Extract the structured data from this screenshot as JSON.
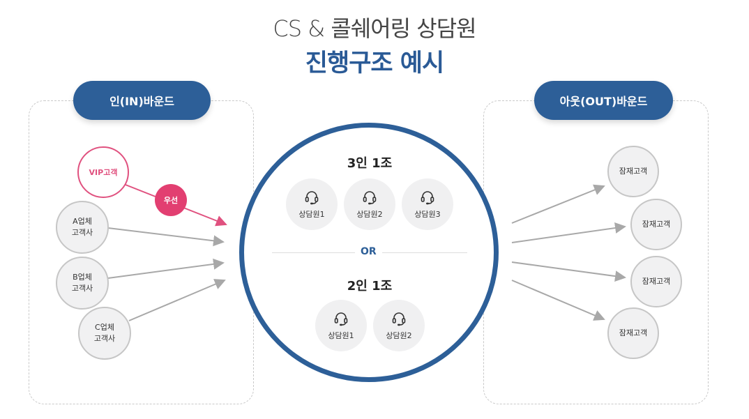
{
  "header": {
    "title_line1": "CS & 콜쉐어링 상담원",
    "title_line2": "진행구조 예시"
  },
  "inbound": {
    "label": "인(IN)바운드",
    "vip": "VIP고객",
    "priority": "우선",
    "clients": [
      "A업체\n고객사",
      "B업체\n고객사",
      "C업체\n고객사"
    ]
  },
  "outbound": {
    "label": "아웃(OUT)바운드",
    "prospects": [
      "잠재고객",
      "잠재고객",
      "잠재고객",
      "잠재고객"
    ]
  },
  "center": {
    "group3": {
      "title": "3인 1조",
      "agents": [
        "상담원1",
        "상담원2",
        "상담원3"
      ]
    },
    "or": "OR",
    "group2": {
      "title": "2인 1조",
      "agents": [
        "상담원1",
        "상담원2"
      ]
    }
  },
  "colors": {
    "primary": "#2d5f98",
    "vip": "#e0517f",
    "priority": "#e23f71",
    "node_fill": "#f1f1f2",
    "arrow": "#a8a8a8"
  },
  "icons": {
    "agent": "headset-icon"
  }
}
